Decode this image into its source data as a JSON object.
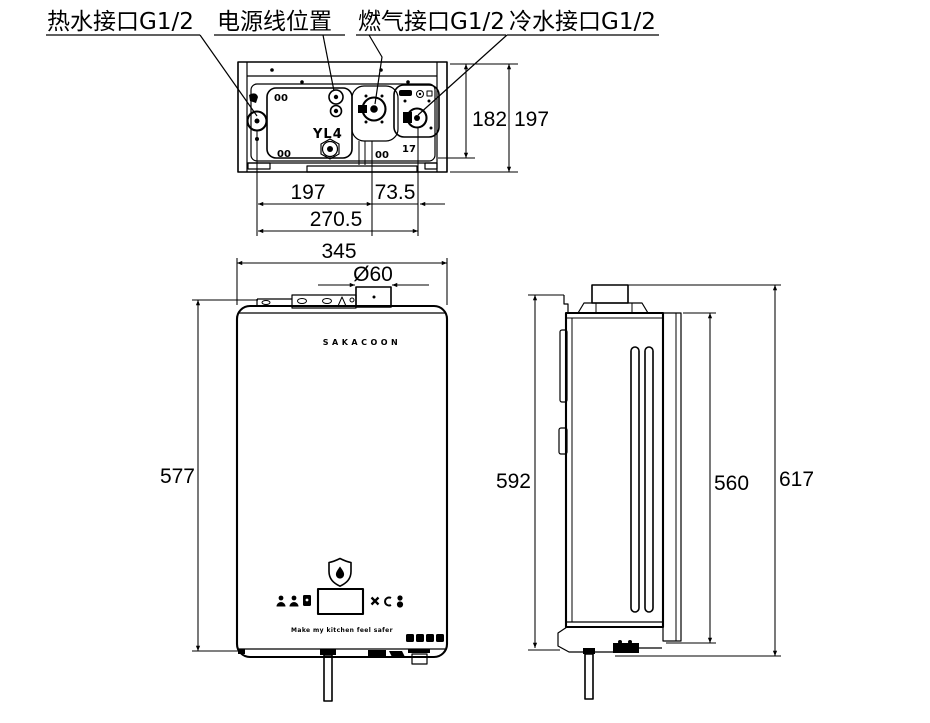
{
  "connection_labels": {
    "hot_water": "热水接口G1/2",
    "power_cord": "电源线位置",
    "gas": "燃气接口G1/2",
    "cold_water": "冷水接口G1/2"
  },
  "top_view": {
    "dim_inner_height": "182",
    "dim_outer_height": "197",
    "dim_hot_to_gas": "197",
    "dim_gas_to_cold": "73.5",
    "dim_total_span": "270.5",
    "marking_model": "YL4",
    "marking_top_left": "00",
    "marking_bottom_left": "00",
    "marking_bottom_right": "00",
    "marking_right": "17"
  },
  "front_view": {
    "dim_width": "345",
    "dim_flue_diameter": "Ø60",
    "dim_height": "577",
    "brand_text": "SAKACOON",
    "tagline": "Make my kitchen feel safer"
  },
  "side_view": {
    "dim_front_height": "592",
    "dim_body_height": "560",
    "dim_total_height": "617"
  },
  "colors": {
    "line": "#000000",
    "background": "#ffffff"
  }
}
